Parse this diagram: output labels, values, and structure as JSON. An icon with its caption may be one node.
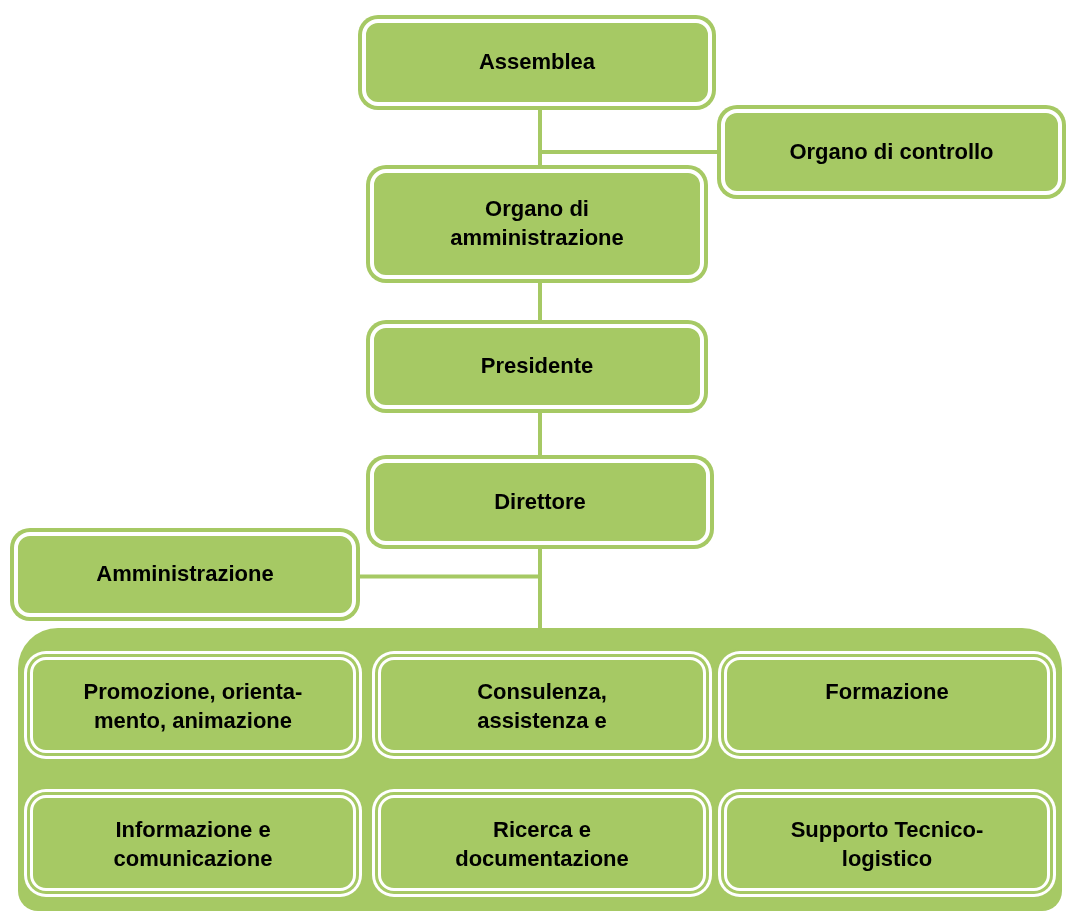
{
  "diagram": {
    "nodes": [
      {
        "text": [
          "Assemblea"
        ]
      },
      {
        "text": [
          "Organo di controllo"
        ]
      },
      {
        "text": [
          "Organo di amministrazione"
        ]
      },
      {
        "text": [
          "Presidente"
        ]
      },
      {
        "text": [
          "Direttore"
        ]
      },
      {
        "text": [
          "Amministrazione"
        ]
      },
      {
        "text": [],
        "shape": "box"
      },
      {
        "text": [
          "Promozione, orienta- mento, animazione"
        ],
        "in": 6
      },
      {
        "text": [
          "Consulenza, assistenza e"
        ],
        "in": 6
      },
      {
        "text": [
          "Formazione"
        ],
        "in": 6
      },
      {
        "text": [
          "Informazione e comunicazione"
        ],
        "in": 6
      },
      {
        "text": [
          "Ricerca e documentazione"
        ],
        "in": 6
      },
      {
        "text": [
          "Supporto Tecnico-logistico"
        ],
        "in": 6
      }
    ],
    "edges": [
      {
        "from": 0,
        "to": 2,
        "arrow": "none"
      },
      {
        "from": 0,
        "to": 1,
        "arrow": "none"
      },
      {
        "from": 2,
        "to": 3,
        "arrow": "none"
      },
      {
        "from": 3,
        "to": 4,
        "arrow": "none"
      },
      {
        "from": 4,
        "to": 5,
        "arrow": "none"
      },
      {
        "from": 4,
        "to": 6,
        "arrow": "none"
      }
    ]
  }
}
